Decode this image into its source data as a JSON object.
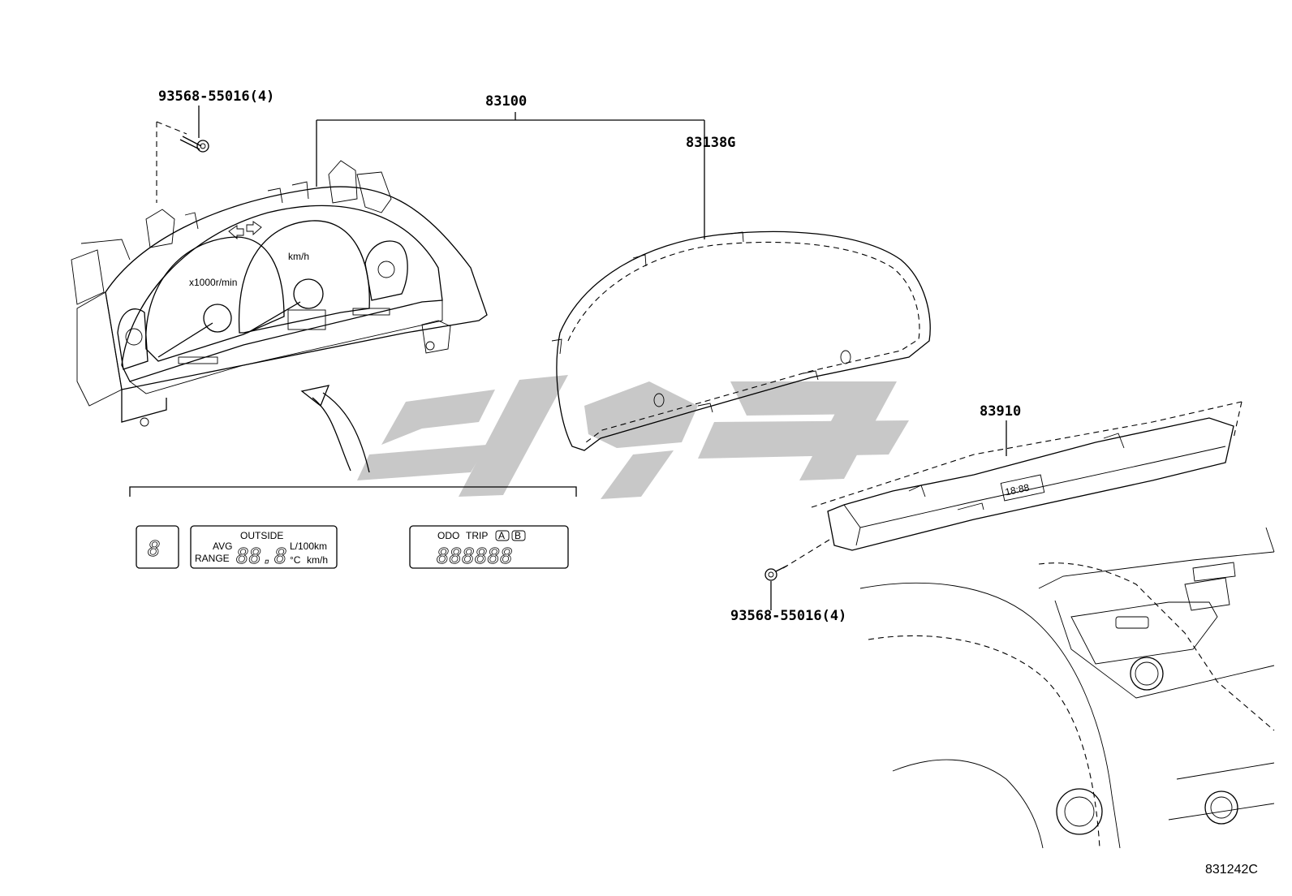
{
  "callouts": {
    "bolt_top": "93568-55016(4)",
    "meter_assembly": "83100",
    "meter_glass": "83138G",
    "clock_assembly": "83910",
    "bolt_bottom": "93568-55016(4)"
  },
  "lcd_panels": {
    "gear": {
      "digit": "8"
    },
    "info": {
      "outside": "OUTSIDE",
      "avg": "AVG",
      "range": "RANGE",
      "digits": "88.8",
      "unit_fuel": "L/100km",
      "unit_temp": "°C",
      "unit_speed": "km/h"
    },
    "odo": {
      "odo": "ODO",
      "trip": "TRIP",
      "badge_a": "A",
      "badge_b": "B",
      "digits": "888888"
    }
  },
  "watermark_color": "#c8c8c8",
  "figure_ref": "831242C"
}
